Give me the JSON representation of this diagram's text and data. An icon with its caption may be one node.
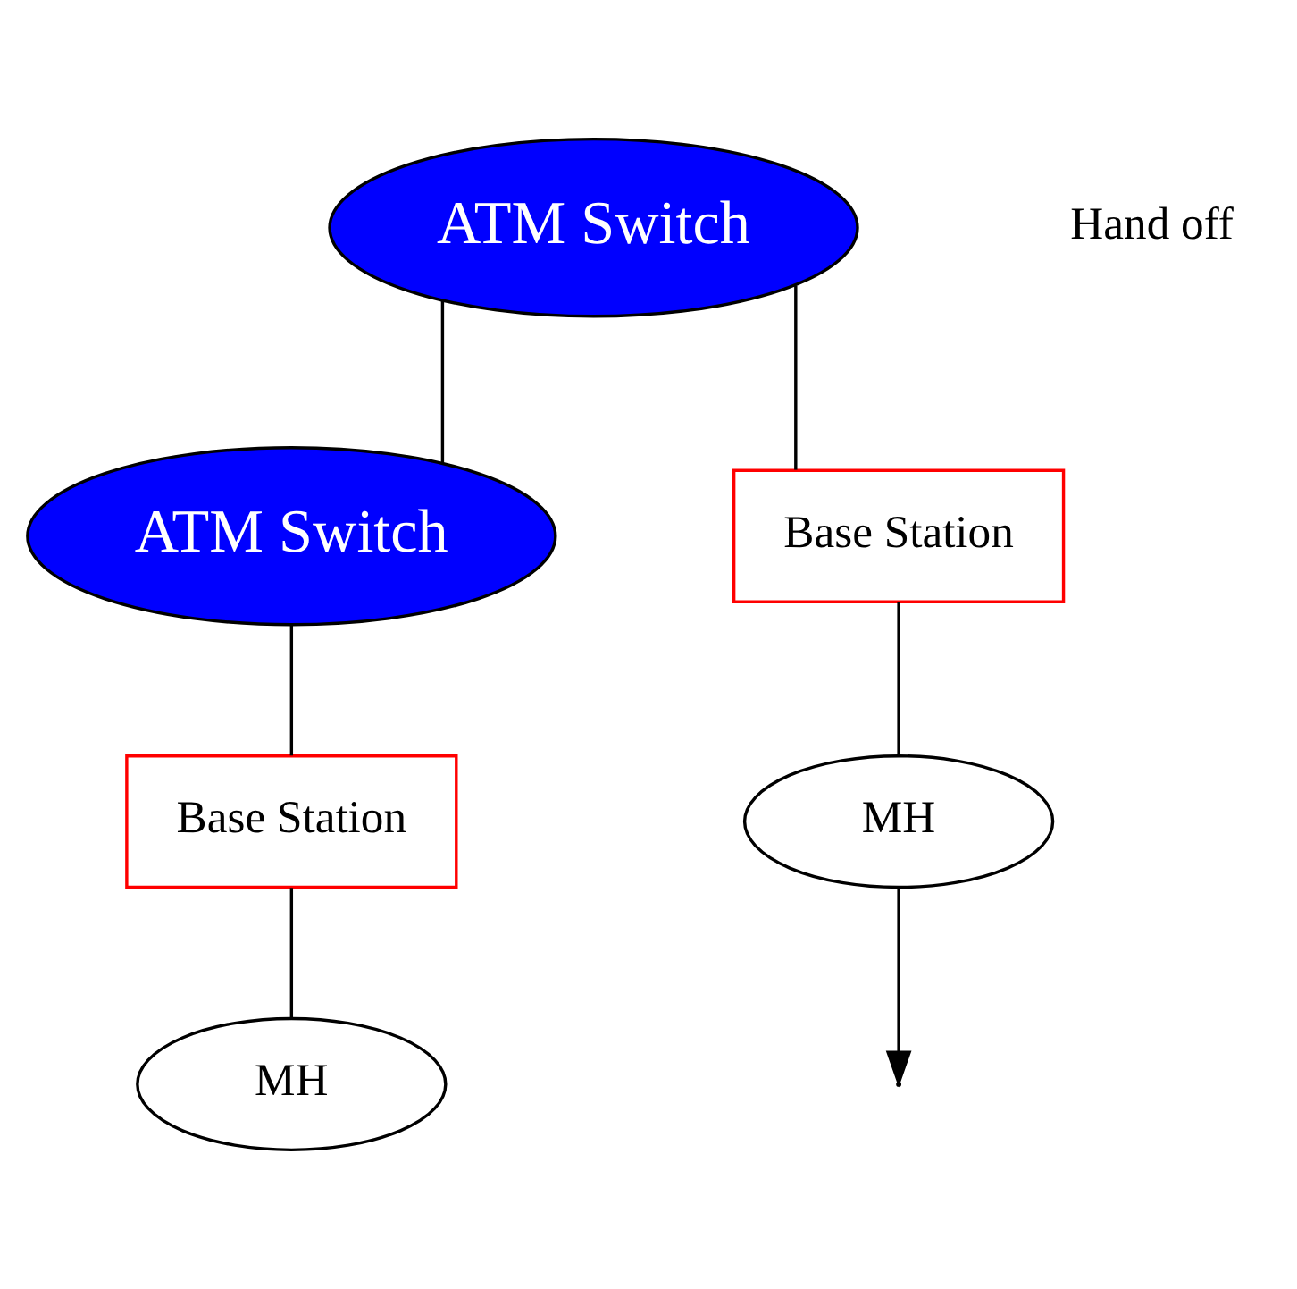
{
  "diagram": {
    "nodes": [
      {
        "text": [
          "ATM Switch"
        ]
      },
      {
        "text": [
          "ATM Switch"
        ]
      },
      {
        "text": [
          "Base Station"
        ]
      },
      {
        "text": [
          "Base Station"
        ]
      },
      {
        "text": [
          "MH"
        ]
      },
      {
        "text": [
          "MH"
        ]
      }
    ],
    "edges": [
      {
        "from": 0,
        "to": 1,
        "arrow": "none"
      },
      {
        "from": 0,
        "to": 2,
        "arrow": "none"
      },
      {
        "from": 1,
        "to": 3,
        "arrow": "none"
      },
      {
        "from": 2,
        "to": 4,
        "arrow": "none"
      },
      {
        "from": 3,
        "to": 5,
        "arrow": "none"
      },
      {
        "from": 4,
        "to": null,
        "arrow": "to"
      }
    ],
    "labels": [
      "Hand off"
    ]
  }
}
